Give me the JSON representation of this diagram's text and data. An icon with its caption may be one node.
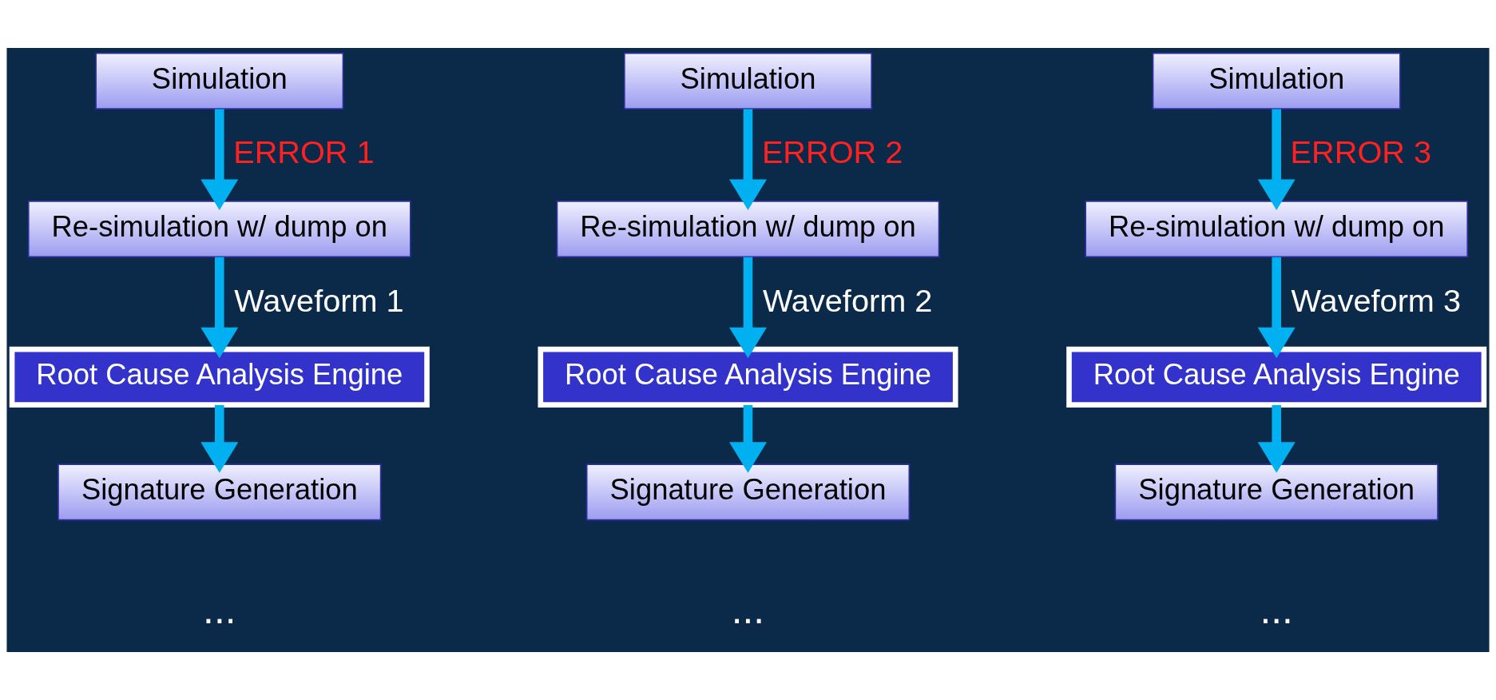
{
  "diagram": {
    "nodes": [
      {
        "text": [
          "Simulation"
        ]
      },
      {
        "text": [
          "Re-simulation w/ dump on"
        ]
      },
      {
        "text": [
          "Root Cause Analysis Engine"
        ]
      },
      {
        "text": [
          "Signature Generation"
        ]
      },
      {
        "text": [
          "Simulation"
        ]
      },
      {
        "text": [
          "Re-simulation w/ dump on"
        ]
      },
      {
        "text": [
          "Root Cause Analysis Engine"
        ]
      },
      {
        "text": [
          "Signature Generation"
        ]
      },
      {
        "text": [
          "Simulation"
        ]
      },
      {
        "text": [
          "Re-simulation w/ dump on"
        ]
      },
      {
        "text": [
          "Root Cause Analysis Engine"
        ]
      },
      {
        "text": [
          "Signature Generation"
        ]
      }
    ],
    "edges": [
      {
        "from": 0,
        "to": 1,
        "arrow": "to",
        "label": "ERROR 1"
      },
      {
        "from": 1,
        "to": 2,
        "arrow": "to",
        "label": "Waveform 1"
      },
      {
        "from": 2,
        "to": 3,
        "arrow": "to"
      },
      {
        "from": 4,
        "to": 5,
        "arrow": "to",
        "label": "ERROR 2"
      },
      {
        "from": 5,
        "to": 6,
        "arrow": "to",
        "label": "Waveform 2"
      },
      {
        "from": 6,
        "to": 7,
        "arrow": "to"
      },
      {
        "from": 8,
        "to": 9,
        "arrow": "to",
        "label": "ERROR 3"
      },
      {
        "from": 9,
        "to": 10,
        "arrow": "to",
        "label": "Waveform 3"
      },
      {
        "from": 10,
        "to": 11,
        "arrow": "to"
      }
    ],
    "labels": [
      "...",
      "...",
      "..."
    ]
  }
}
